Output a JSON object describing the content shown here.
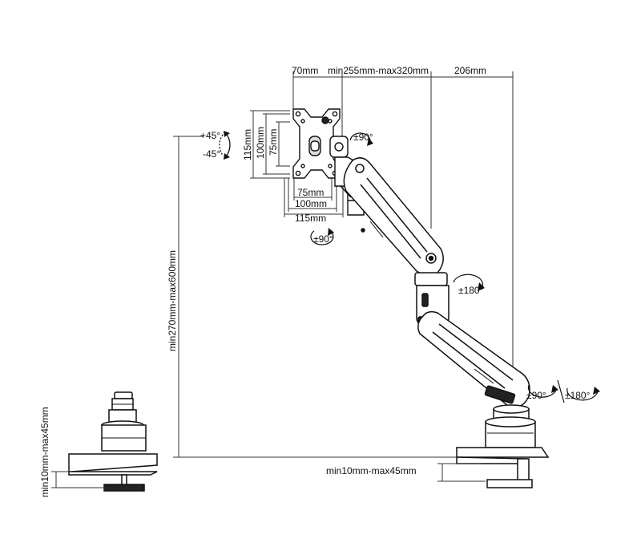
{
  "colors": {
    "line": "#111111",
    "dim_line": "#333333",
    "fill": "#ffffff",
    "accent_fill": "#e6e6e6"
  },
  "dimensions": {
    "top_70": "70mm",
    "top_extend": "min255mm-max320mm",
    "top_206": "206mm",
    "vesa_115_v": "115mm",
    "vesa_100_v": "100mm",
    "vesa_75_v": "75mm",
    "vesa_75_h": "75mm",
    "vesa_100_h": "100mm",
    "vesa_115_h": "115mm",
    "height_range": "min270mm-max600mm",
    "desk_thickness_right": "min10mm-max45mm",
    "desk_thickness_left": "min10mm-max45mm"
  },
  "angles": {
    "tilt_up": "+45°",
    "tilt_down": "-45°",
    "swivel_head": "±90°",
    "rotate_head": "±90°",
    "elbow": "±180°",
    "base_swivel": "±90°",
    "base_rotate": "±180°"
  },
  "icons": {
    "tilt": "curved-tilt-arrow-icon",
    "rotate": "circular-rotation-arrow-icon"
  }
}
